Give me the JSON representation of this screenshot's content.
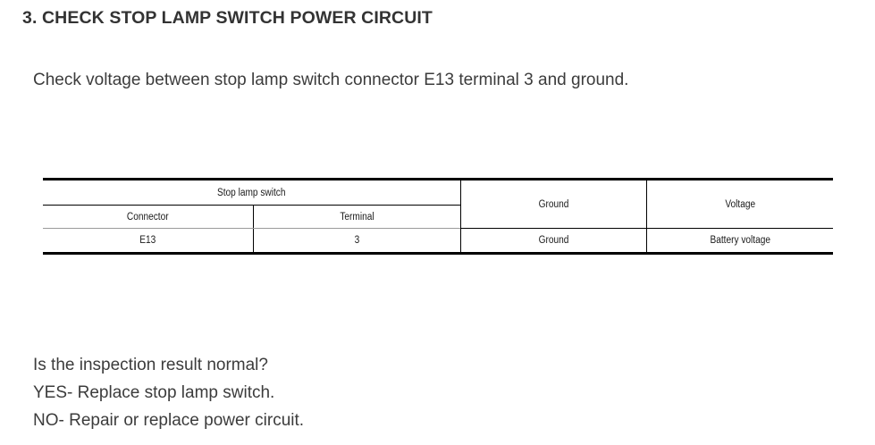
{
  "document": {
    "heading": "3. CHECK STOP LAMP SWITCH POWER CIRCUIT",
    "instruction": "Check voltage between stop lamp switch connector E13 terminal 3 and ground."
  },
  "spec_table": {
    "group_header": "Stop lamp switch",
    "columns": {
      "connector": "Connector",
      "terminal": "Terminal",
      "ground": "Ground",
      "voltage": "Voltage"
    },
    "rows": [
      {
        "connector": "E13",
        "terminal": "3",
        "ground": "Ground",
        "voltage": "Battery voltage"
      }
    ]
  },
  "conclusion": {
    "question": "Is the inspection result normal?",
    "yes_line": "YES- Replace stop lamp switch.",
    "no_line": "NO- Repair or replace power circuit."
  },
  "colors": {
    "text": "#3c3c3c",
    "heading": "#333333",
    "rule_heavy": "#000000",
    "rule_light": "#9a9a9a",
    "background": "#ffffff"
  }
}
